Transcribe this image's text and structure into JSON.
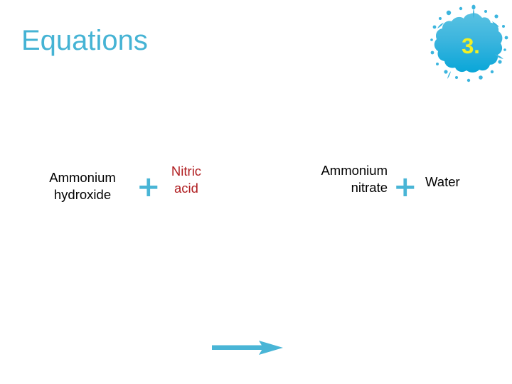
{
  "slide": {
    "title": "Equations",
    "title_color": "#45B3D4",
    "background_color": "#FFFFFF"
  },
  "badge": {
    "number": "3.",
    "number_color": "#F2F024",
    "splat_color_top": "#4FBCE0",
    "splat_color_bottom": "#0FA8D8",
    "icon": "ink-splat-icon"
  },
  "equation": {
    "reactants": [
      {
        "label": "Ammonium hydroxide",
        "color": "#000000"
      },
      {
        "label": "Nitric acid",
        "color": "#B01E21"
      }
    ],
    "products": [
      {
        "label": "Ammonium nitrate",
        "color": "#000000"
      },
      {
        "label": "Water",
        "color": "#000000"
      }
    ],
    "plus_symbol": "+",
    "plus_color": "#49B5D6",
    "arrow_color": "#49B5D6",
    "arrow_icon": "right-arrow-icon"
  }
}
